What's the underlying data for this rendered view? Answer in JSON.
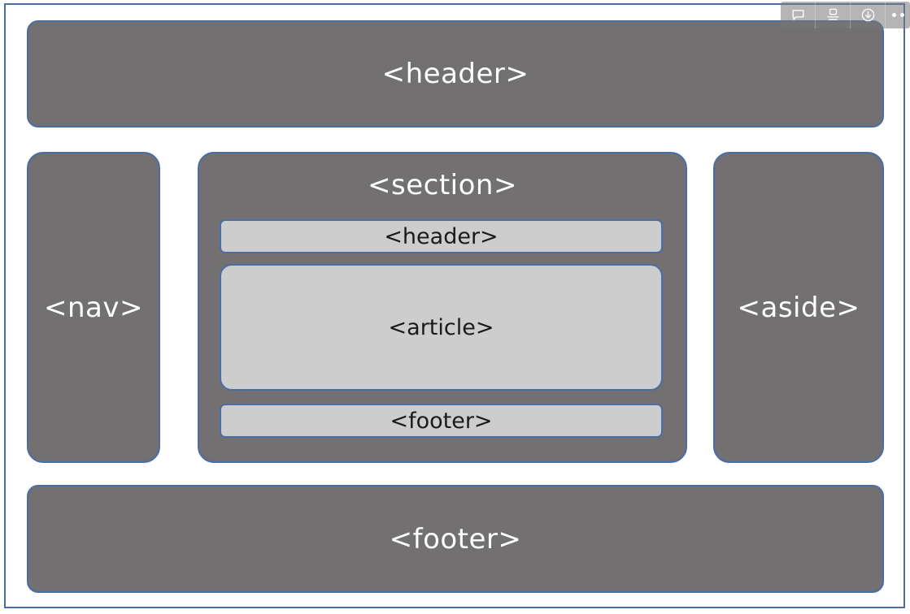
{
  "page": {
    "title": "HTML5 semantic layout diagram",
    "background_color": "#ffffff",
    "frame_border_color": "#4a6da7"
  },
  "palette": {
    "block_fill": "#727070",
    "block_text": "#ffffff",
    "inner_fill": "#cdcdcd",
    "inner_text": "#1a1a1a",
    "border": "#4a6da7",
    "toolbar_bg": "rgba(120,120,120,0.55)"
  },
  "diagram": {
    "header": {
      "label": "<header>"
    },
    "nav": {
      "label": "<nav>"
    },
    "aside": {
      "label": "<aside>"
    },
    "section": {
      "label": "<section>",
      "children": [
        {
          "label": "<header>",
          "name": "section-header"
        },
        {
          "label": "<article>",
          "name": "section-article"
        },
        {
          "label": "<footer>",
          "name": "section-footer"
        }
      ]
    },
    "footer": {
      "label": "<footer>"
    }
  },
  "toolbar": {
    "items": [
      {
        "icon": "comment-icon",
        "tooltip": "Comment"
      },
      {
        "icon": "presentation-icon",
        "tooltip": "Present"
      },
      {
        "icon": "download-icon",
        "tooltip": "Download"
      },
      {
        "icon": "more-options-icon",
        "tooltip": "More options"
      }
    ]
  }
}
